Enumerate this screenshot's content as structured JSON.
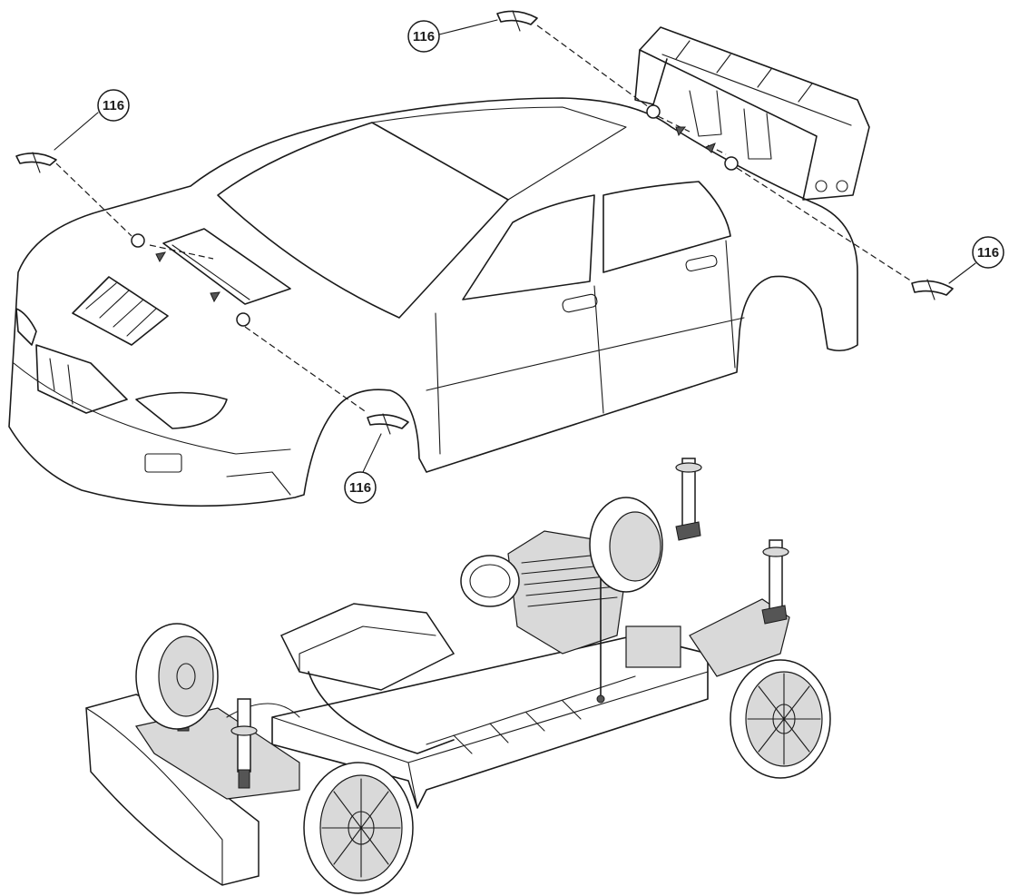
{
  "diagram": {
    "part_callouts": [
      {
        "id": "callout-front-left",
        "label": "116"
      },
      {
        "id": "callout-front-right",
        "label": "116"
      },
      {
        "id": "callout-rear-top",
        "label": "116"
      },
      {
        "id": "callout-rear-right",
        "label": "116"
      }
    ],
    "colors": {
      "ink": "#1a1a1a",
      "paper": "#ffffff",
      "shade": "#d9d9d9"
    }
  }
}
